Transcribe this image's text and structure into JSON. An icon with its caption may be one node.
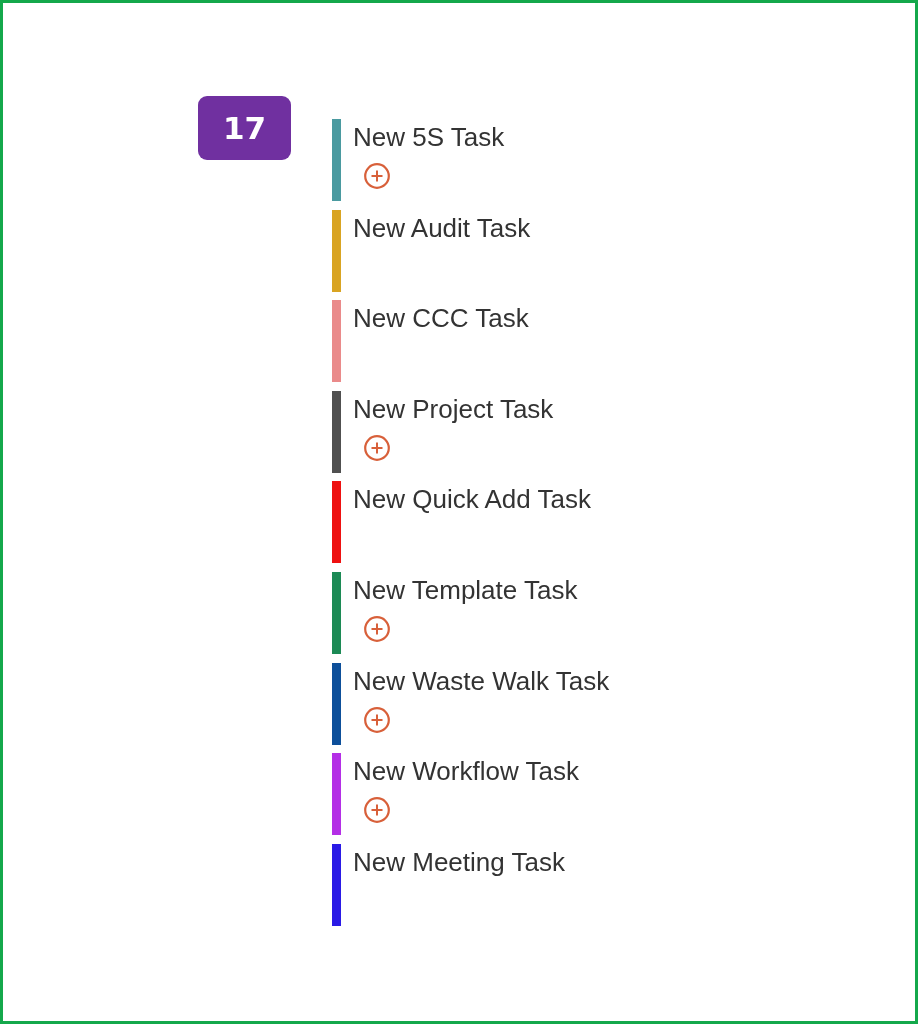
{
  "diagram": {
    "nodes": [
      {
        "text": [
          "17"
        ]
      }
    ],
    "legend": [
      {
        "text": "New 5S Task",
        "color": "#4a9aa0"
      },
      {
        "text": "New Audit Task",
        "color": "#d9a422"
      },
      {
        "text": "New CCC Task",
        "color": "#ea8a8a"
      },
      {
        "text": "New Project Task",
        "color": "#505050"
      },
      {
        "text": "New Quick Add Task",
        "color": "#ee1111"
      },
      {
        "text": "New Template Task",
        "color": "#1c8a55"
      },
      {
        "text": "New Waste Walk Task",
        "color": "#0d4f9a"
      },
      {
        "text": "New Workflow Task",
        "color": "#b42ee6"
      },
      {
        "text": "New Meeting Task",
        "color": "#2a1ae6"
      }
    ]
  }
}
